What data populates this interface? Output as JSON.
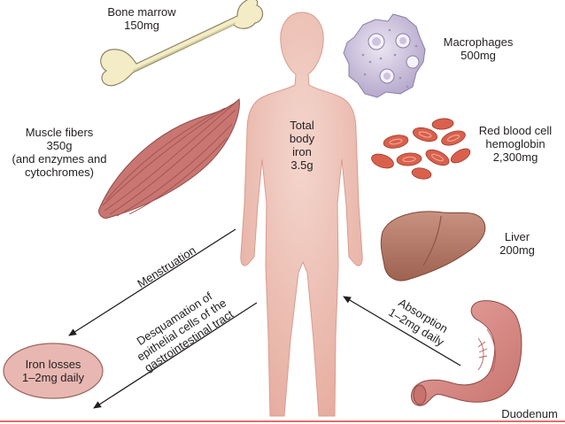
{
  "total": {
    "line1": "Total",
    "line2": "body",
    "line3": "iron",
    "line4": "3.5g"
  },
  "bone_marrow": {
    "name": "Bone marrow",
    "amount": "150mg"
  },
  "macrophages": {
    "name": "Macrophages",
    "amount": "500mg"
  },
  "muscle": {
    "line1": "Muscle fibers",
    "line2": "350g",
    "line3": "(and enzymes and",
    "line4": "cytochromes)"
  },
  "rbc": {
    "line1": "Red blood cell",
    "line2": "hemoglobin",
    "line3": "2,300mg"
  },
  "liver": {
    "name": "Liver",
    "amount": "200mg"
  },
  "menstruation": {
    "label": "Menstruation"
  },
  "desquamation": {
    "line1": "Desquamation of",
    "line2": "epithelial cells of the",
    "line3": "gastrointestinal tract"
  },
  "absorption": {
    "line1": "Absorption",
    "line2": "1–2mg daily"
  },
  "losses": {
    "line1": "Iron losses",
    "line2": "1–2mg daily"
  },
  "duodenum": {
    "label": "Duodenum"
  },
  "colors": {
    "body": "#f0c9bf",
    "bone": "#f4ecc6",
    "macrophage": "#d8d0e6",
    "muscle": "#c97672",
    "rbc": "#d9604c",
    "liver": "#b87862",
    "duodenum": "#d88a86",
    "losses_bubble": "#e8b7b2",
    "arrow": "#231f20"
  }
}
